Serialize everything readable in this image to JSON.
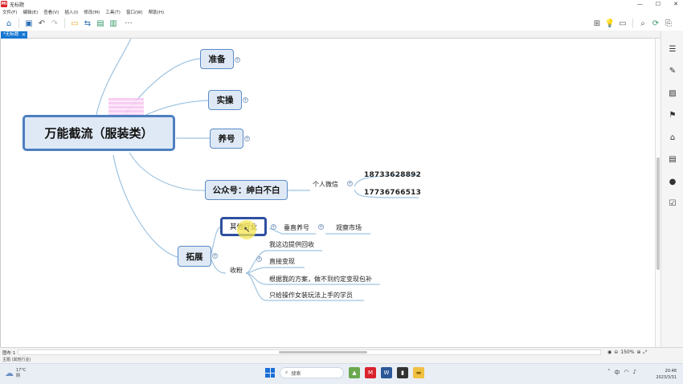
{
  "app": {
    "icon_text": "Mi",
    "title": "无标题"
  },
  "window_controls": {
    "minimize": "—",
    "maximize": "☐",
    "close": "✕"
  },
  "menu": [
    "文件(F)",
    "编辑(E)",
    "查看(V)",
    "插入(I)",
    "修改(M)",
    "工具(T)",
    "窗口(W)",
    "帮助(H)"
  ],
  "toolbar": {
    "home_icon": "home-icon",
    "save_icon": "save-icon",
    "undo_icon": "undo-icon",
    "redo_icon": "redo-icon",
    "more_label": "···"
  },
  "tab": {
    "label": "*无标题",
    "close": "✕"
  },
  "mindmap": {
    "central": "万能截流（服装类）",
    "branches": {
      "prepare": "准备",
      "practice": "实操",
      "nurture": "养号",
      "official": "公众号：绅白不白",
      "expand": "拓展"
    },
    "wechat_label": "个人微信",
    "phones": [
      "18733628892",
      "17736766513"
    ],
    "other_industry": "其他行业",
    "vertical": "垂直养号",
    "observe": "观察市场",
    "collect": "收粉",
    "collect_items": [
      "我这边提供回收",
      "直接变现",
      "根据我的方案，做不到约定变现包补",
      "只给操作女装玩法上手的学员"
    ],
    "expander_glyph": "+"
  },
  "statusbar": {
    "sheet": "图布 1",
    "zoom": "150%",
    "status_text": "主题 (其他行业)"
  },
  "taskbar": {
    "temperature": "17°C",
    "weather_text": "阴",
    "search_placeholder": "搜索",
    "tray_lang": "中",
    "time": "20:48",
    "date": "2023/3/31"
  },
  "colors": {
    "node_border": "#5b8cc9",
    "node_fill": "#dfe9f5",
    "link": "#9ec3e0",
    "accent": "#1677d2"
  }
}
